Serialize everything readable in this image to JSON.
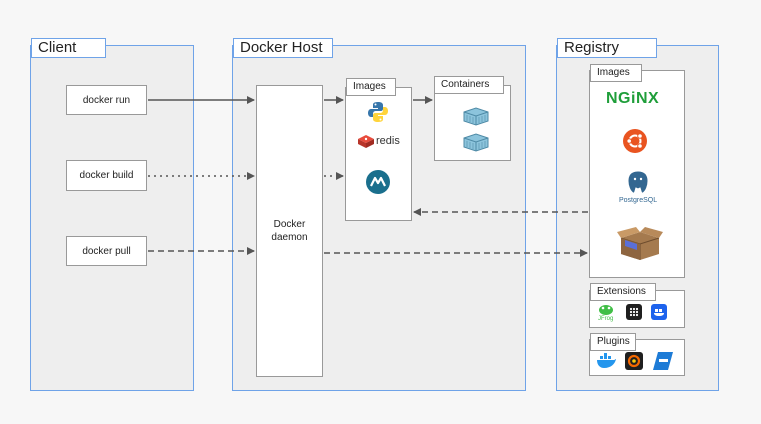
{
  "client": {
    "title": "Client",
    "commands": [
      "docker run",
      "docker build",
      "docker pull"
    ]
  },
  "host": {
    "title": "Docker Host",
    "daemon_label": "Docker\ndaemon",
    "images_label": "Images",
    "containers_label": "Containers",
    "image_icons": [
      "python-icon",
      "redis-icon",
      "mule-icon"
    ],
    "redis_label": "redis"
  },
  "registry": {
    "title": "Registry",
    "images_label": "Images",
    "nginx_label": "NGiNX",
    "postgres_label": "PostgreSQL",
    "extensions_label": "Extensions",
    "jfrog_label": "JFrog",
    "plugins_label": "Plugins"
  },
  "colors": {
    "panel_border": "#6fa3e8",
    "nginx_green": "#1f9e3a",
    "ubuntu_orange": "#e95420",
    "container_blue": "#8cc4dc",
    "docker_blue": "#2496ed"
  }
}
